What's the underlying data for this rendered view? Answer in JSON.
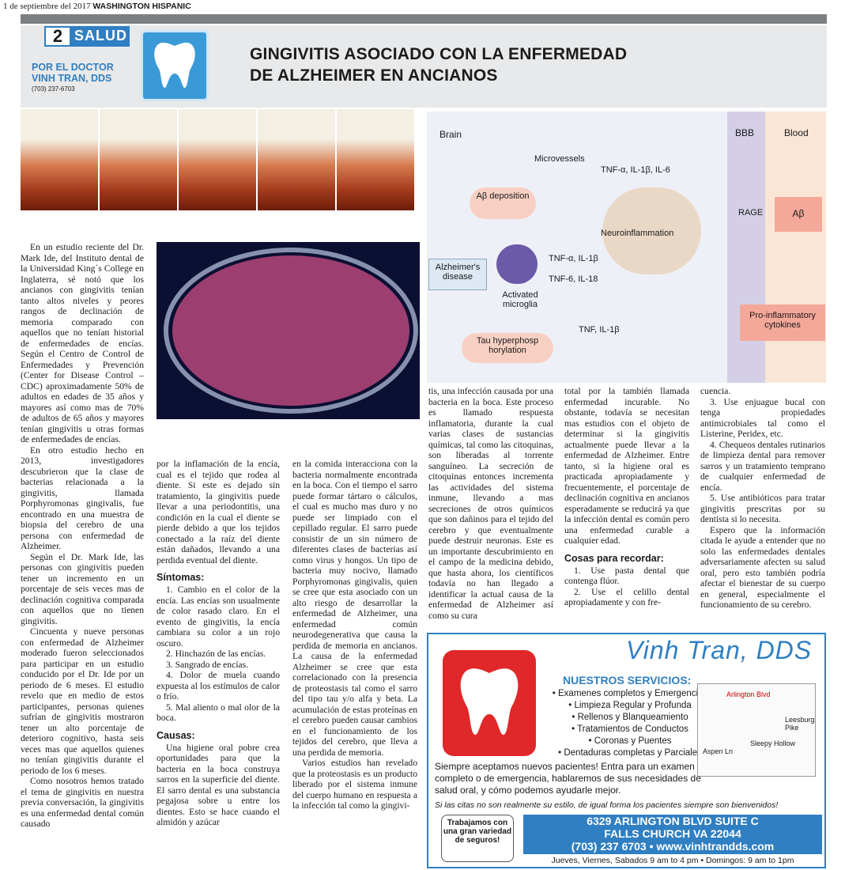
{
  "masthead": {
    "date": "1 de septiembre del 2017",
    "paper": "WASHINGTON HISPANIC"
  },
  "section": {
    "number": "2",
    "name": "SALUD"
  },
  "byline": {
    "by": "POR EL DOCTOR",
    "name": "VINH TRAN, DDS",
    "phone": "(703) 237-6703"
  },
  "headline": {
    "line1": "GINGIVITIS ASOCIADO CON LA ENFERMEDAD",
    "line2": "DE ALZHEIMER EN ANCIANOS"
  },
  "diagram": {
    "brain": "Brain",
    "bbb": "BBB",
    "blood": "Blood",
    "microvessels": "Microvessels",
    "tnf1": "TNF-α, IL-1β, IL-6",
    "abdep": "Aβ deposition",
    "rage": "RAGE",
    "ab": "Aβ",
    "neuro": "Neuroinflammation",
    "alz": "Alzheimer's disease",
    "tnf2": "TNF-α, IL-1β",
    "tnf3": "TNF-6, IL-18",
    "activated": "Activated microglia",
    "proinf": "Pro-inflammatory cytokines",
    "tnf4": "TNF, IL-1β",
    "tau": "Tau hyperphosp horylation"
  },
  "col1": "En un estudio reciente del Dr. Mark Ide, del Instituto dental de la Universidad King´s College en Inglaterra, sé notó que los ancianos con gingivitis tenían tanto altos niveles y peores rangos de declinación de memoria comparado con aquellos que no tenían historial de enfermedades de encías. Según el Centro de Control de Enfermedades y Prevención (Center for Disease Control – CDC) aproximadamente 50% de adultos en edades de 35 años y mayores así como mas de 70% de adultos de 65 años y mayores tenían gingivitis u otras formas de enfermedades de encías.",
  "col1b": "En otro estudio hecho en 2013, investigadores descubrieron que la clase de bacterias relacionada a la gingivitis, llamada Porphyromonas gingivalis, fue encontrado en una muestra de biopsia del cerebro de una persona con enfermedad de Alzheimer.",
  "col1c": "Según el Dr. Mark Ide, las personas con gingivitis pueden tener un incremento en un porcentaje de seis veces mas de declinación cognitiva comparada con aquellos que no tienen gingivitis.",
  "col1d": "Cincuenta y nueve personas con enfermedad de Alzheimer moderado fueron seleccionados para participar en un estudio conducido por el Dr. Ide por un periodo de 6 meses. El estudio revelo que en medio de estos participantes, personas quienes sufrían de gingivitis mostraron tener un alto porcentaje de deterioro cognitivo, hasta seis veces mas que aquellos quienes no tenían gingivitis durante el periodo de los 6 meses.",
  "col1e": "Como nosotros hemos tratado el tema de gingivitis en nuestra previa conversación, la gingivitis es una enfermedad dental común causado",
  "col2a": "por la inflamación de la encía, cual es el tejido que rodea al diente. Si este es dejado sin tratamiento, la gingivitis puede llevar a una periodontitis, una condición en la cual el diente se pierde debido a que los tejidos conectado a la raíz del diente están dañados, llevando a una perdida eventual del diente.",
  "sintomas": "Síntomas:",
  "sint": [
    "1. Cambio en el color de la encía. Las encías son usualmente de color rasado claro. En el evento de gingivitis, la encía cambiara su color a un rojo oscuro.",
    "2. Hinchazón de las encías.",
    "3. Sangrado de encías.",
    "4. Dolor de muela cuando expuesta al los estímulos de calor o frío.",
    "5. Mal aliento o mal olor de la boca."
  ],
  "causas": "Causas:",
  "col2b": "Una higiene oral pobre crea oportunidades para que la bacteria en la boca construya sarros en la superficie del diente. El sarro dental es una substancia pegajosa sobre u entre los dientes. Esto se hace cuando el almidón y azúcar",
  "col3": "en la comida interacciona con la bacteria normalmente encontrada en la boca. Con el tiempo el sarro puede formar tártaro o cálculos, el cual es mucho mas duro y no puede ser limpiado con el cepillado regular. El sarro puede consistir de un sin número de diferentes clases de bacterias así como virus y hongos. Un tipo de bacteria muy nocivo, llamado Porphyromonas gingivalis, quien se cree que esta asociado con un alto riesgo de desarrollar la enfermedad de Alzheimer, una enfermedad común neurodegenerativa que causa la perdida de memoria en ancianos. La causa de la enfermedad Alzheimer se cree que esta correlacionado con la presencia de proteostasis tal como el sarro del tipo tau y/o alfa y beta. La acumulación de estas proteínas en el cerebro pueden causar cambios en el funcionamiento de los tejidos del cerebro, que lleva a una perdida de memoria.",
  "col3b": "Varios estudios han revelado que la proteostasis es un producto liberado por el sistema inmune del cuerpo humano en respuesta a la infección tal como la gingivi-",
  "col4": "tis, una infección causada por una bacteria en la boca. Este proceso es llamado respuesta inflamatoria, durante la cual varias clases de sustancias químicas, tal como las citoquinas, son liberadas al torrente sanguíneo. La secreción de citoquinas entonces incrementa las actividades del sistema inmune, llevando a mas secreciones de otros químicos que son dañinos para el tejido del cerebro y que eventualmente puede destruir neuronas. Este es un importante descubrimiento en el campo de la medicina debido, que hasta ahora, los científicos todavía no han llegado a identificar la actual causa de la enfermedad de Alzheimer así como su cura",
  "col5": "total por la también llamada enfermedad incurable. No obstante, todavía se necesitan mas estudios con el objeto de determinar si la gingivitis actualmente puede llevar a la enfermedad de Alzheimer. Entre tanto, si la higiene oral es practicada apropiadamente y frecuentemente, el porcentaje de declinación cognitiva en ancianos esperadamente se reducirá ya que la infección dental es común pero una enfermedad curable a cualquier edad.",
  "cosas": "Cosas para recordar:",
  "cos": [
    "1. Use pasta dental que contenga flúor.",
    "2. Use el celillo dental apropiadamente y con fre-"
  ],
  "col6": "cuencia.",
  "cos2": [
    "3. Use enjuague bucal con tenga propiedades antimicrobiales tal como el Listerine, Peridex, etc.",
    "4. Chequeos dentales rutinarios de limpieza dental para remover sarros y un tratamiento temprano de cualquier enfermedad de encía.",
    "5. Use antibióticos para tratar gingivitis prescritas por su dentista si lo necesita."
  ],
  "col6b": "Espero que la información citada le ayude a entender que no solo las enfermedades dentales adversariamente afecten su salud oral, pero esto también podría afectar el bienestar de su cuerpo en general, especialmente el funcionamiento de su cerebro.",
  "ad": {
    "name": "Vinh Tran, DDS",
    "services_title": "NUESTROS SERVICIOS:",
    "services": [
      "• Examenes completos y Emergencias",
      "• Limpieza Regular y Profunda",
      "• Rellenos y Blanqueamiento",
      "• Tratamientos de Conductos",
      "• Coronas y Puentes",
      "• Dentaduras completas y Parciales"
    ],
    "text": "Siempre aceptamos nuevos pacientes! Entra para un examen completo o de emergencia, hablaremos de sus necesidades de salud oral, y cómo podemos ayudarle mejor.",
    "italic": "Si las citas no son realmente su estilo, de igual forma los pacientes siempre son bienvenidos!",
    "insurance": "Trabajamos con una gran variedad de seguros!",
    "addr1": "6329 ARLINGTON BLVD SUITE C",
    "addr2": "FALLS CHURCH VA 22044",
    "phone": "(703) 237 6703 • www.vinhtrandds.com",
    "hours": "Jueves, Viernes, Sabados 9 am to 4 pm • Domingos: 9 am to 1pm",
    "map": [
      "Arlington Blvd",
      "Aspen Ln",
      "Sleepy Hollow",
      "Leesburg Pike"
    ]
  }
}
